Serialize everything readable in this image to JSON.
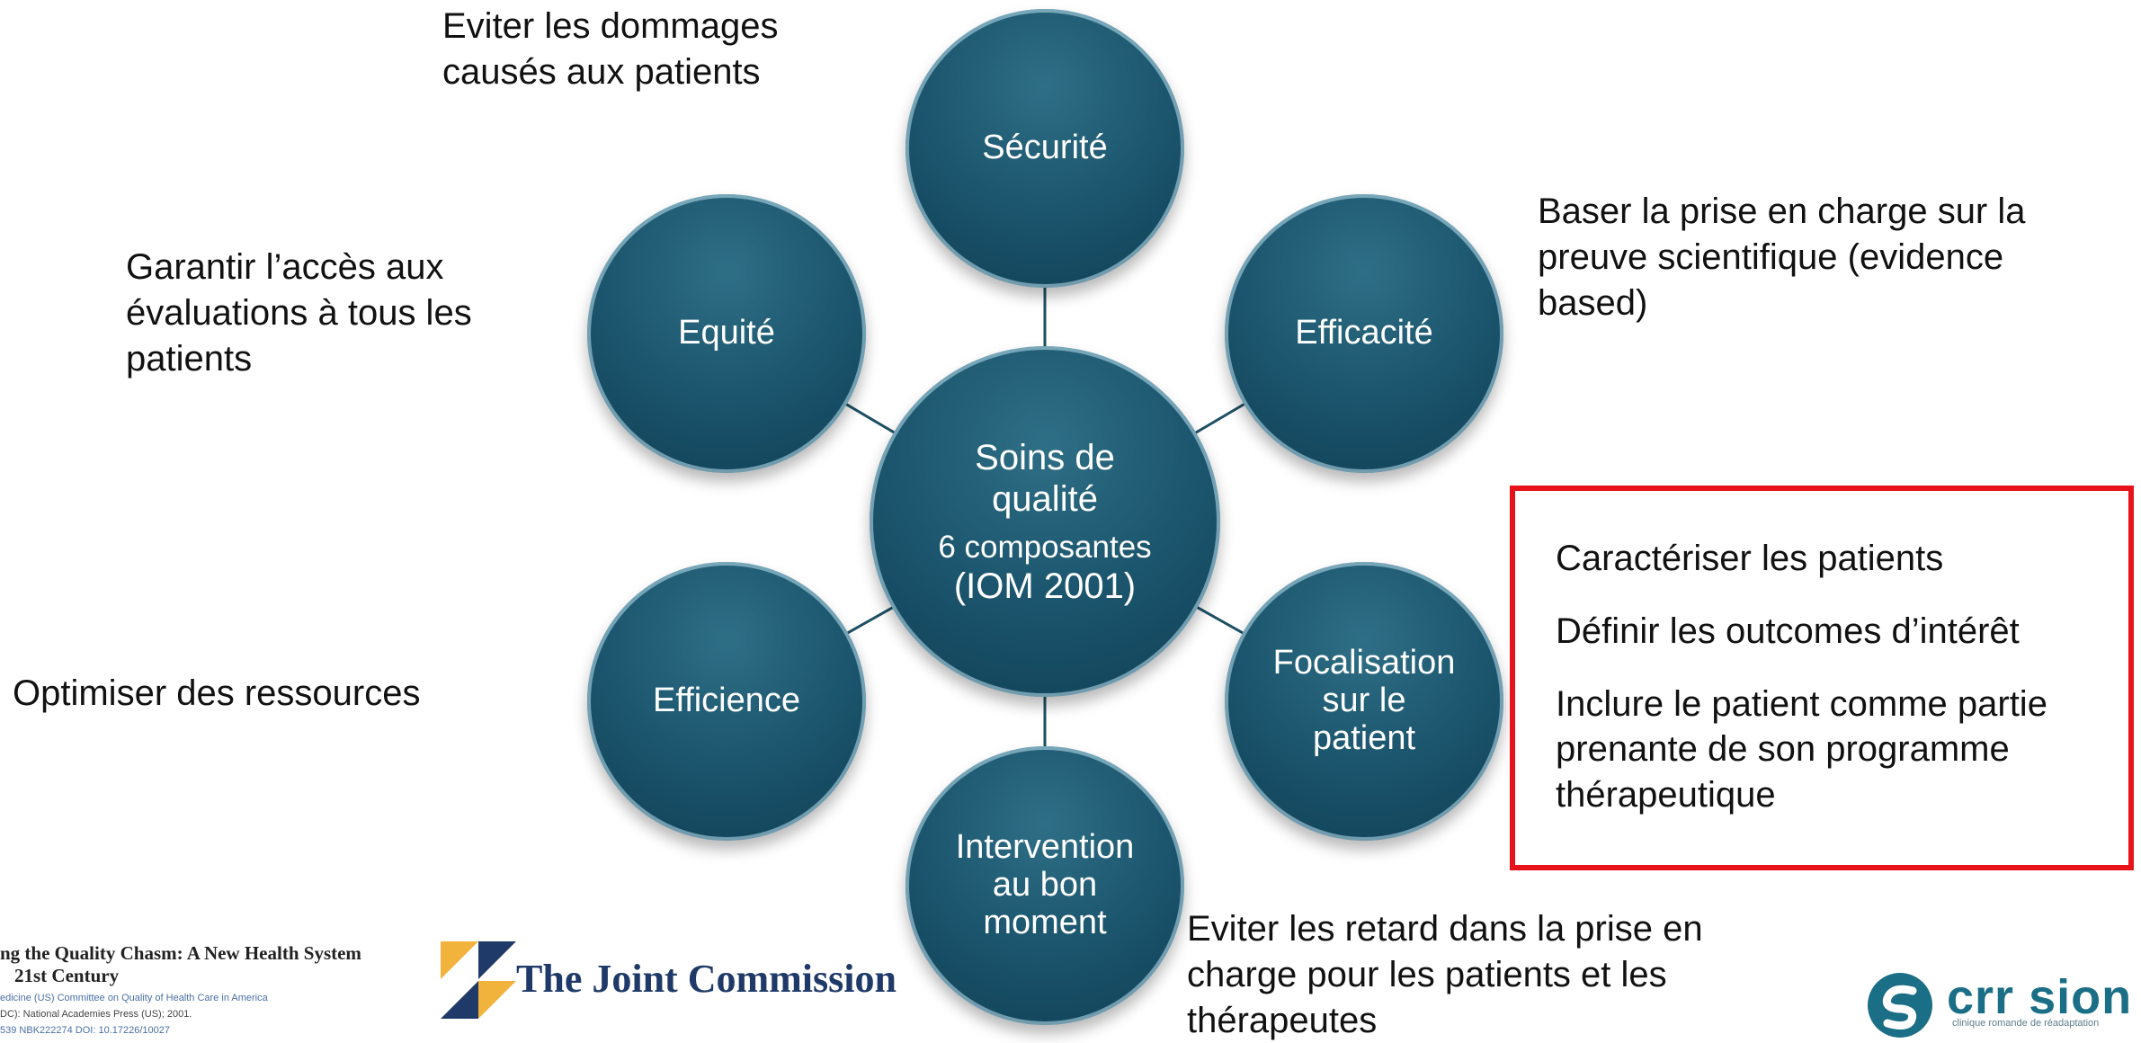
{
  "diagram": {
    "center": {
      "line1": "Soins de",
      "line2": "qualité",
      "line3": "6 composantes",
      "line4": "(IOM 2001)"
    },
    "nodes": {
      "securite": "Sécurité",
      "efficacite": "Efficacité",
      "focalisation_l1": "Focalisation",
      "focalisation_l2": "sur le",
      "focalisation_l3": "patient",
      "intervention_l1": "Intervention",
      "intervention_l2": "au bon",
      "intervention_l3": "moment",
      "efficience": "Efficience",
      "equite": "Equité"
    },
    "descriptions": {
      "securite_l1": "Eviter les dommages",
      "securite_l2": "causés aux patients",
      "efficacite_l1": "Baser la prise en charge sur la",
      "efficacite_l2": "preuve scientifique (evidence",
      "efficacite_l3": "based)",
      "equite_l1": "Garantir l’accès aux",
      "equite_l2": "évaluations à tous les",
      "equite_l3": "patients",
      "efficience": "Optimiser des ressources",
      "intervention_l1": "Eviter les retard dans la prise en",
      "intervention_l2": "charge pour les patients et les",
      "intervention_l3": "thérapeutes"
    },
    "focalisation_box": {
      "item1": "Caractériser les patients",
      "item2": "Définir les outcomes d’intérêt",
      "item3_l1": "Inclure le patient comme partie",
      "item3_l2": "prenante de son programme",
      "item3_l3": "thérapeutique"
    }
  },
  "citation": {
    "title_l1": "ng the Quality Chasm: A New Health System",
    "title_l2": "21st Century",
    "line1": "edicine (US) Committee on Quality of Health Care in America",
    "line2": "DC): National Academies Press (US); 2001.",
    "line3": "539   NBK222274   DOI: 10.17226/10027"
  },
  "logos": {
    "joint_commission": "The Joint Commission",
    "crr_name": "crr sion",
    "crr_sub": "clinique romande de réadaptation"
  },
  "colors": {
    "node": "#1d5870",
    "highlight_box": "#e8121b",
    "jc_navy": "#1f3a68",
    "jc_gold": "#f2b33d",
    "crr_teal": "#1a6e86"
  }
}
